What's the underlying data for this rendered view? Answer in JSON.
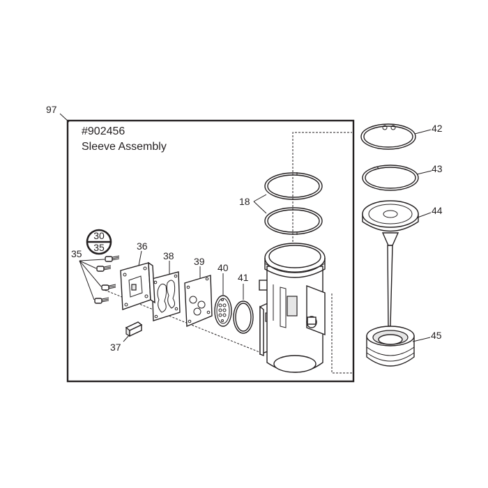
{
  "assembly": {
    "number": "#902456",
    "name": "Sleeve Assembly"
  },
  "callouts": {
    "c97": "97",
    "c42": "42",
    "c43": "43",
    "c44": "44",
    "c45": "45",
    "c18": "18",
    "c35": "35",
    "c36": "36",
    "c37": "37",
    "c38": "38",
    "c39": "39",
    "c40": "40",
    "c41": "41"
  },
  "torque_badge": {
    "top": "30",
    "bottom": "35"
  },
  "colors": {
    "line": "#231f20",
    "background": "#ffffff",
    "shade": "#e6e6e6"
  }
}
